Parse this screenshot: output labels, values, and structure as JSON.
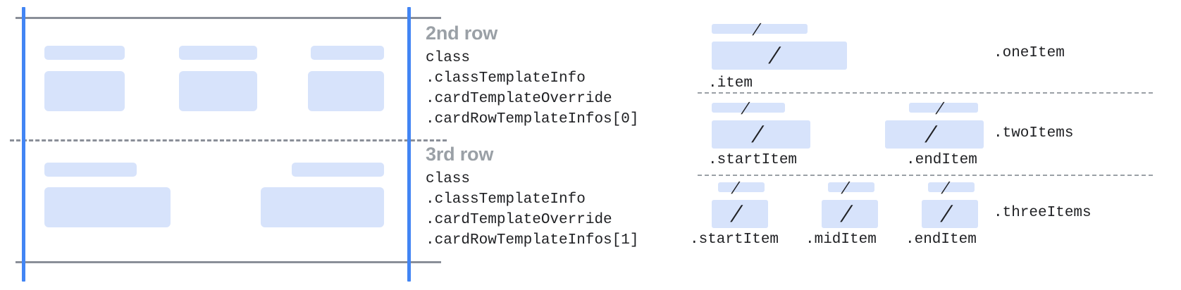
{
  "colors": {
    "placeholder_fill": "#d7e3fb",
    "guide_blue": "#4285f4",
    "rule_gray": "#8a8f98",
    "heading_gray": "#9aa0a6",
    "code_text": "#202124"
  },
  "card_mock": {
    "rows": [
      {
        "name": "second-row",
        "cells": [
          {
            "title_bar": true,
            "body_bar": true
          },
          {
            "title_bar": true,
            "body_bar": true
          },
          {
            "title_bar": true,
            "body_bar": true
          }
        ]
      },
      {
        "name": "third-row",
        "cells": [
          {
            "title_bar": true,
            "body_bar": true
          },
          {
            "title_bar": true,
            "body_bar": true
          }
        ]
      }
    ]
  },
  "annotations": [
    {
      "title": "2nd row",
      "code_lines": [
        "class",
        ".classTemplateInfo",
        ".cardTemplateOverride",
        ".cardRowTemplateInfos[0]"
      ]
    },
    {
      "title": "3rd row",
      "code_lines": [
        "class",
        ".classTemplateInfo",
        ".cardTemplateOverride",
        ".cardRowTemplateInfos[1]"
      ]
    }
  ],
  "variants": [
    {
      "variant_label": ".oneItem",
      "slots": [
        {
          "label": ".item",
          "glyph": "/"
        }
      ]
    },
    {
      "variant_label": ".twoItems",
      "slots": [
        {
          "label": ".startItem",
          "glyph": "/"
        },
        {
          "label": ".endItem",
          "glyph": "/"
        }
      ]
    },
    {
      "variant_label": ".threeItems",
      "slots": [
        {
          "label": ".startItem",
          "glyph": "/"
        },
        {
          "label": ".midItem",
          "glyph": "/"
        },
        {
          "label": ".endItem",
          "glyph": "/"
        }
      ]
    }
  ]
}
